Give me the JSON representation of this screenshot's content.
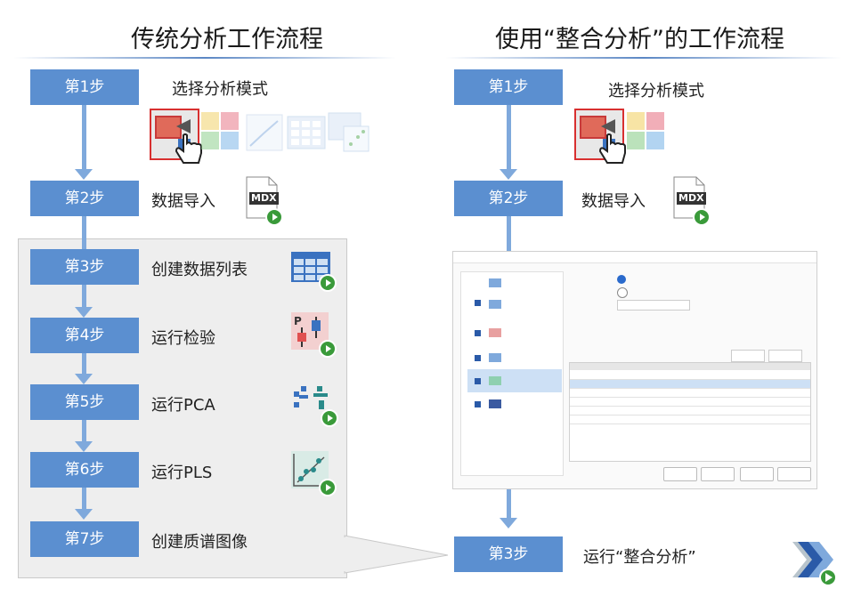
{
  "left_flow": {
    "title": "传统分析工作流程",
    "steps": [
      {
        "label": "第1步",
        "text": "选择分析模式"
      },
      {
        "label": "第2步",
        "text": "数据导入"
      },
      {
        "label": "第3步",
        "text": "创建数据列表"
      },
      {
        "label": "第4步",
        "text": "运行检验"
      },
      {
        "label": "第5步",
        "text": "运行PCA"
      },
      {
        "label": "第6步",
        "text": "运行PLS"
      },
      {
        "label": "第7步",
        "text": "创建质谱图像"
      }
    ]
  },
  "right_flow": {
    "title": "使用“整合分析”的工作流程",
    "steps": [
      {
        "label": "第1步",
        "text": "选择分析模式"
      },
      {
        "label": "第2步",
        "text": "数据导入"
      },
      {
        "label": "第3步",
        "text": "运行“整合分析”"
      }
    ]
  },
  "icons": {
    "mdx_badge": "MDX"
  },
  "colors": {
    "step_box": "#5b8fd0",
    "connector": "#7fa9dc",
    "panel_bg": "#eeeeee",
    "highlight": "#e03030",
    "play": "#3a9a3a"
  }
}
